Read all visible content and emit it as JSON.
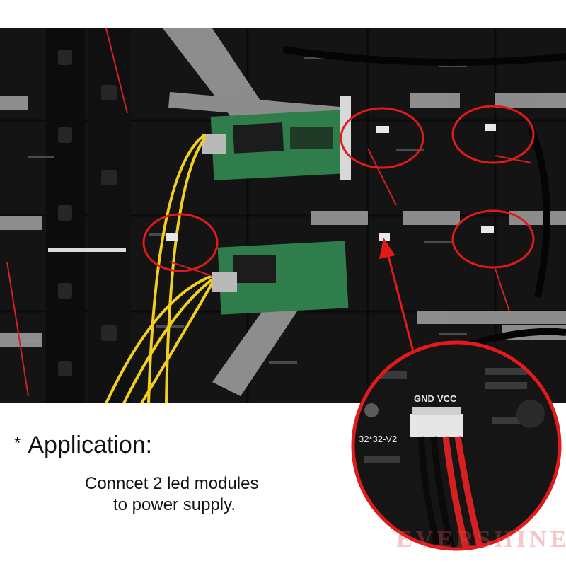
{
  "caption": {
    "bullet": "*",
    "title": "Application:",
    "line1": "Conncet 2 led modules",
    "line2": "to power supply."
  },
  "zoom": {
    "gnd_label": "GND",
    "vcc_label": "VCC",
    "board_label": "32*32-V2"
  },
  "watermark": "EVERSHINE",
  "colors": {
    "highlight": "#e21a1a",
    "board_green": "#2f7d4a",
    "panel_dark": "#151515",
    "cable_yellow": "#f2cf1d",
    "ribbon_gray": "#9a9a9a"
  }
}
